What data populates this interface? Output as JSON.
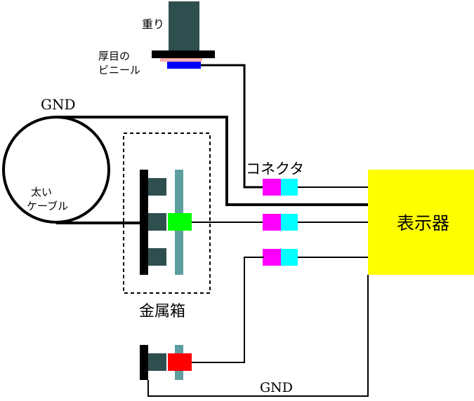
{
  "labels": {
    "weight": "重り",
    "vinyl_line1": "厚目の",
    "vinyl_line2": "ビニール",
    "gnd_top": "GND",
    "cable_line1": "太い",
    "cable_line2": "ケーブル",
    "connector": "コネクタ",
    "display": "表示器",
    "metal_box": "金属箱",
    "gnd_bottom": "GND"
  },
  "colors": {
    "display": "#ffff00",
    "connector_plug": "#ff00ff",
    "connector_socket": "#00ffff",
    "weight": "#2f4f4f",
    "vinyl": "#0000ff",
    "electrode_bar": "#000000",
    "electrode_plate": "#2f4f4f",
    "dielectric_plate": "#5f9ea0",
    "green_contact": "#00ff00",
    "red_contact": "#ff0000",
    "wire": "#000000"
  }
}
